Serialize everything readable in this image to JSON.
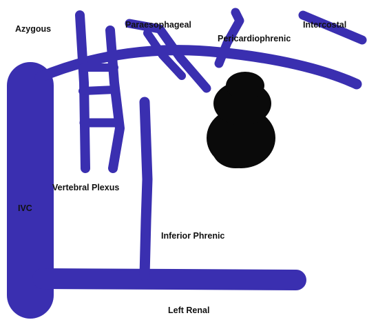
{
  "labels": {
    "azygous": "Azygous",
    "paraesophageal": "Paraesophageal",
    "pericardiophrenic": "Pericardiophrenic",
    "intercostal": "Intercostal",
    "vertebral_plexus": "Vertebral Plexus",
    "ivc": "IVC",
    "inferior_phrenic": "Inferior Phrenic",
    "left_renal": "Left Renal"
  },
  "colors": {
    "vessel": "#3a2fb0",
    "vessel_highlight": "#5a50d2",
    "mass": "#0a0a0a",
    "text": "#111111",
    "background": "#ffffff"
  }
}
